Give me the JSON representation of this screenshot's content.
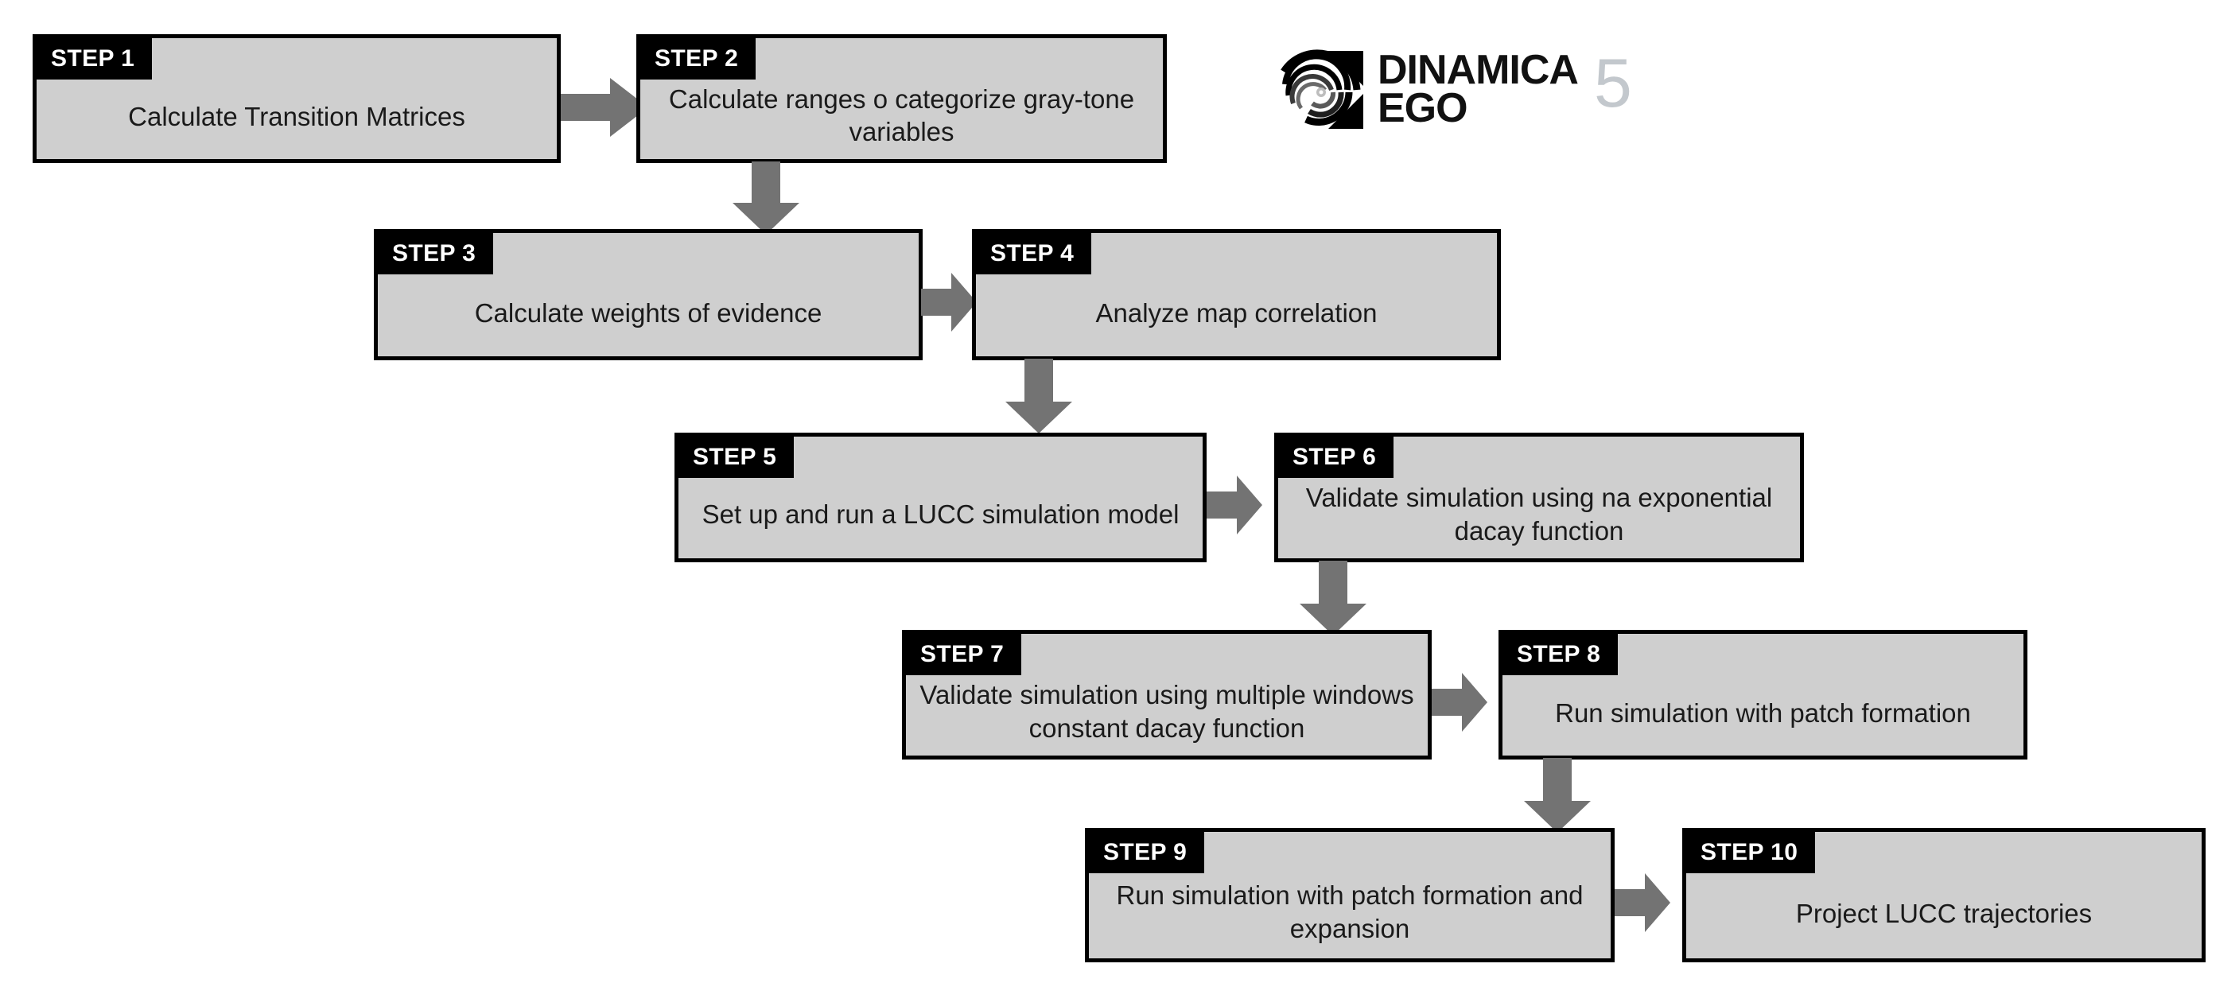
{
  "diagram": {
    "title": "Dinamica EGO workflow steps",
    "background_color": "#ffffff",
    "box_fill_color": "#cfcfcf",
    "box_border_color": "#000000",
    "badge_color": "#000000",
    "badge_text_color": "#ffffff",
    "arrow_color": "#737373",
    "steps": [
      {
        "badge": "STEP 1",
        "label": "Calculate Transition Matrices"
      },
      {
        "badge": "STEP 2",
        "label": "Calculate ranges o categorize gray-tone variables"
      },
      {
        "badge": "STEP 3",
        "label": "Calculate weights of evidence"
      },
      {
        "badge": "STEP 4",
        "label": "Analyze map correlation"
      },
      {
        "badge": "STEP 5",
        "label": "Set up and run a LUCC simulation model"
      },
      {
        "badge": "STEP 6",
        "label": "Validate simulation using na exponential dacay function"
      },
      {
        "badge": "STEP 7",
        "label": "Validate simulation using multiple windows constant dacay function"
      },
      {
        "badge": "STEP 8",
        "label": "Run simulation with patch formation"
      },
      {
        "badge": "STEP 9",
        "label": "Run simulation with patch formation and expansion"
      },
      {
        "badge": "STEP 10",
        "label": "Project LUCC trajectories"
      }
    ],
    "connectors": [
      {
        "name": "arrow-step1-to-step2",
        "direction": "right"
      },
      {
        "name": "arrow-step2-to-step3",
        "direction": "down"
      },
      {
        "name": "arrow-step3-to-step4",
        "direction": "right"
      },
      {
        "name": "arrow-step4-to-step5",
        "direction": "down"
      },
      {
        "name": "arrow-step5-to-step6",
        "direction": "right"
      },
      {
        "name": "arrow-step6-to-step7",
        "direction": "down"
      },
      {
        "name": "arrow-step7-to-step8",
        "direction": "right"
      },
      {
        "name": "arrow-step8-to-step9",
        "direction": "down"
      },
      {
        "name": "arrow-step9-to-step10",
        "direction": "right"
      }
    ]
  },
  "logo": {
    "name_line1": "DINAMICA",
    "name_line2": "EGO",
    "version": "5",
    "version_color": "#c3c8cd",
    "mark_color": "#000000"
  }
}
